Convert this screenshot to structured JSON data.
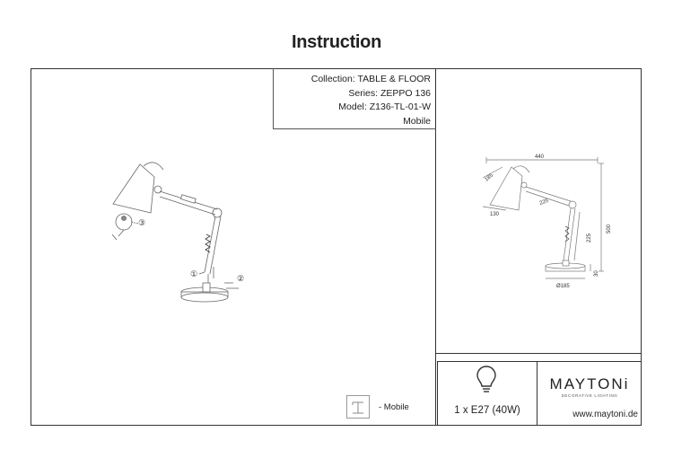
{
  "title": "Instruction",
  "info": {
    "collection": "Collection: TABLE & FLOOR",
    "series": "Series: ZEPPO 136",
    "model": "Model: Z136-TL-01-W",
    "type": "Mobile"
  },
  "dimensions": {
    "width": "440",
    "shade": "185",
    "shade_base": "130",
    "arm_upper": "225",
    "arm_lower": "225",
    "height": "500",
    "base_height": "30",
    "base_diameter": "Ø185"
  },
  "callouts": {
    "c1": "①",
    "c2": "②",
    "c3": "③"
  },
  "legend": {
    "label": "- Mobile"
  },
  "bulb": {
    "spec": "1 x E27 (40W)",
    "icon": "bulb-icon"
  },
  "brand": {
    "name": "MAYTONi",
    "tagline": "DECORATIVE LIGHTING",
    "website": "www.maytoni.de"
  }
}
